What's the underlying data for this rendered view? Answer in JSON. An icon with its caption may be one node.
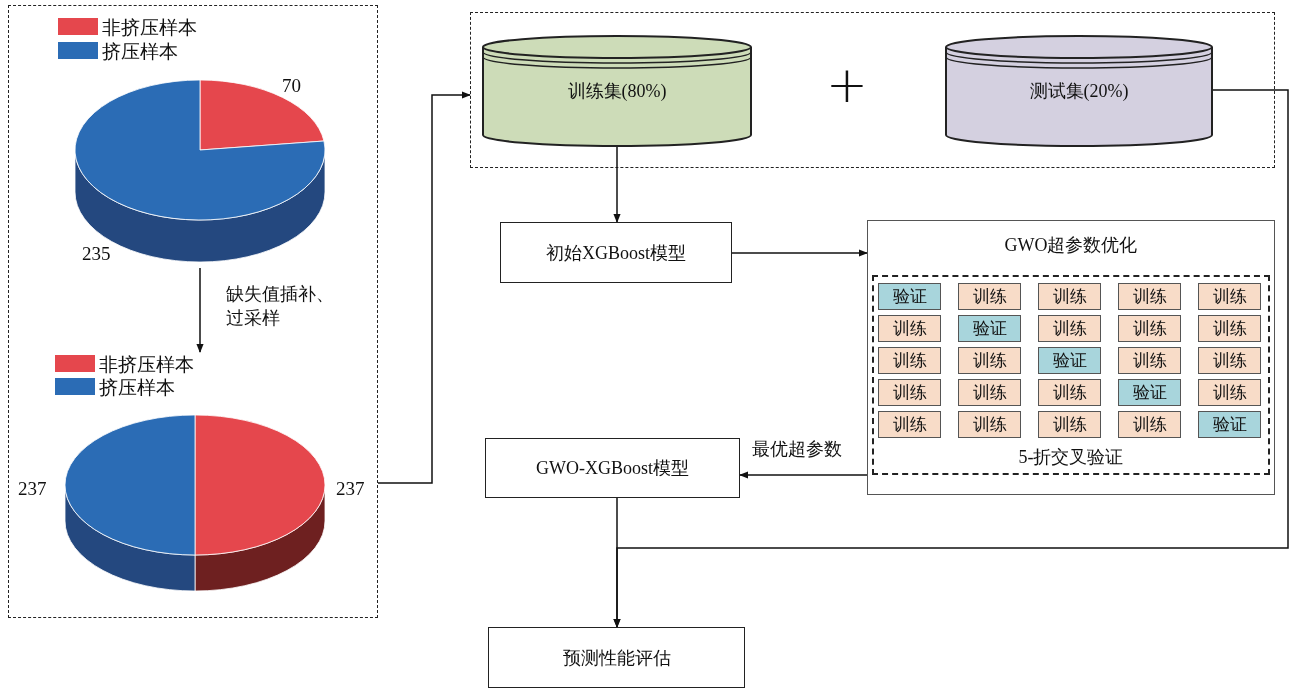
{
  "diagram": {
    "nodes": [
      {
        "text": [],
        "shape": "box"
      },
      {
        "text": [],
        "shape": "picture",
        "in": 0,
        "beside": [
          "70",
          "235"
        ]
      },
      {
        "text": [],
        "shape": "picture",
        "in": 0,
        "beside": [
          "237",
          "237"
        ]
      },
      {
        "text": [],
        "shape": "box"
      },
      {
        "text": [
          "训练集(80%)"
        ],
        "in": 3
      },
      {
        "text": [
          "测试集(20%)"
        ],
        "in": 3
      },
      {
        "text": [
          "初始XGBoost模型"
        ]
      },
      {
        "text": [
          "GWO超参数优化"
        ]
      },
      {
        "text": [
          "5-折交叉验证"
        ],
        "in": 7
      },
      {
        "text": [
          "验证"
        ],
        "in": 8
      },
      {
        "text": [
          "训练"
        ],
        "in": 8
      },
      {
        "text": [
          "训练"
        ],
        "in": 8
      },
      {
        "text": [
          "训练"
        ],
        "in": 8
      },
      {
        "text": [
          "训练"
        ],
        "in": 8
      },
      {
        "text": [
          "训练"
        ],
        "in": 8
      },
      {
        "text": [
          "验证"
        ],
        "in": 8
      },
      {
        "text": [
          "训练"
        ],
        "in": 8
      },
      {
        "text": [
          "训练"
        ],
        "in": 8
      },
      {
        "text": [
          "训练"
        ],
        "in": 8
      },
      {
        "text": [
          "训练"
        ],
        "in": 8
      },
      {
        "text": [
          "训练"
        ],
        "in": 8
      },
      {
        "text": [
          "验证"
        ],
        "in": 8
      },
      {
        "text": [
          "训练"
        ],
        "in": 8
      },
      {
        "text": [
          "训练"
        ],
        "in": 8
      },
      {
        "text": [
          "训练"
        ],
        "in": 8
      },
      {
        "text": [
          "训练"
        ],
        "in": 8
      },
      {
        "text": [
          "训练"
        ],
        "in": 8
      },
      {
        "text": [
          "验证"
        ],
        "in": 8
      },
      {
        "text": [
          "训练"
        ],
        "in": 8
      },
      {
        "text": [
          "训练"
        ],
        "in": 8
      },
      {
        "text": [
          "训练"
        ],
        "in": 8
      },
      {
        "text": [
          "训练"
        ],
        "in": 8
      },
      {
        "text": [
          "训练"
        ],
        "in": 8
      },
      {
        "text": [
          "验证"
        ],
        "in": 8
      },
      {
        "text": [
          "GWO-XGBoost模型"
        ]
      },
      {
        "text": [
          "预测性能评估"
        ]
      }
    ],
    "edges": [
      {
        "from": 1,
        "to": 2,
        "arrow": "to",
        "label": "缺失值插补、过采样"
      },
      {
        "from": 2,
        "to": 3,
        "arrow": "to"
      },
      {
        "from": 4,
        "to": 6,
        "arrow": "to"
      },
      {
        "from": 6,
        "to": 7,
        "arrow": "to"
      },
      {
        "from": 7,
        "to": 34,
        "arrow": "to",
        "label": "最优超参数"
      },
      {
        "from": 34,
        "to": 35,
        "arrow": "to"
      },
      {
        "from": 5,
        "to": 35,
        "arrow": "to"
      }
    ],
    "labels": [
      "+"
    ],
    "legend": [
      {
        "text": "非挤压样本",
        "color": "#e5474d"
      },
      {
        "text": "挤压样本",
        "color": "#2b6cb5"
      },
      {
        "text": "非挤压样本",
        "color": "#e5474d"
      },
      {
        "text": "挤压样本",
        "color": "#2b6cb5"
      }
    ]
  }
}
